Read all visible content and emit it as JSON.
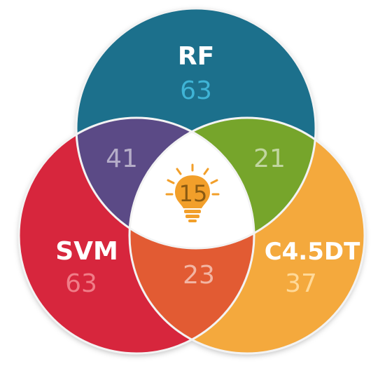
{
  "sets": {
    "rf": {
      "name": "RF",
      "count": "63",
      "color": "#1b6f8c",
      "count_color": "#3fb4d6"
    },
    "svm": {
      "name": "SVM",
      "count": "63",
      "color": "#d7263d",
      "count_color": "#f07d88"
    },
    "c45dt": {
      "name": "C4.5DT",
      "count": "37",
      "color": "#f4a93d",
      "count_color": "#ffd998"
    }
  },
  "overlaps": {
    "rf_svm": {
      "count": "41",
      "color": "#5b4a86"
    },
    "rf_c45dt": {
      "count": "21",
      "color": "#76a52b"
    },
    "svm_c45dt": {
      "count": "23",
      "color": "#e25b33"
    },
    "all": {
      "count": "15",
      "color": "#ffffff",
      "text_color": "#8a5a12"
    }
  },
  "icons": {
    "center": "lightbulb-icon",
    "bulb_color": "#f29f2a"
  }
}
